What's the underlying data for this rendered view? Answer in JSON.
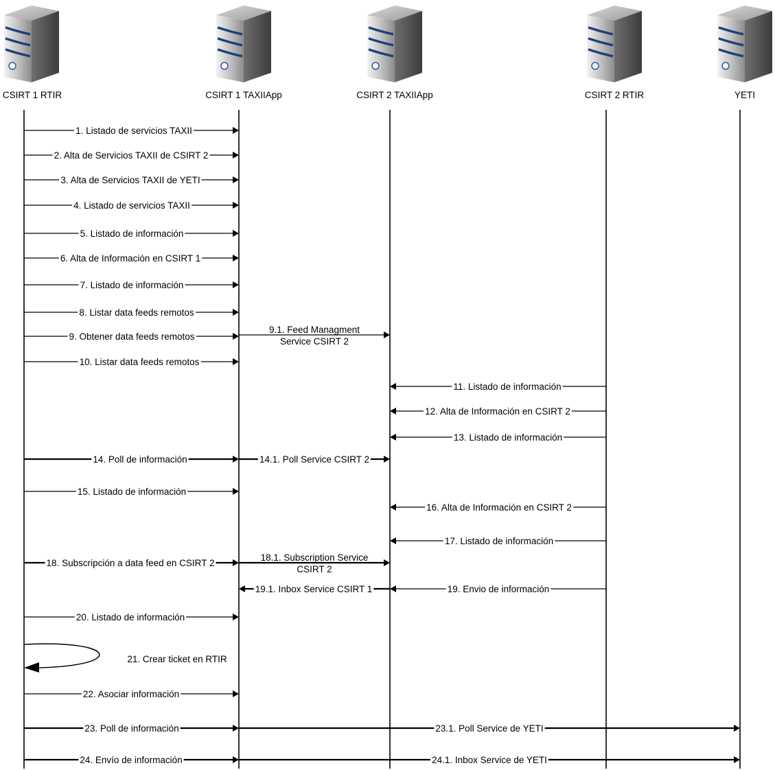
{
  "actors": [
    {
      "id": "a1",
      "label": "CSIRT 1 RTIR"
    },
    {
      "id": "a2",
      "label": "CSIRT 1 TAXIIApp"
    },
    {
      "id": "a3",
      "label": "CSIRT 2 TAXIIApp"
    },
    {
      "id": "a4",
      "label": "CSIRT 2 RTIR"
    },
    {
      "id": "a5",
      "label": "YETI"
    }
  ],
  "messages": [
    {
      "label": "1. Listado de servicios TAXII"
    },
    {
      "label": "2. Alta de Servicios TAXII de CSIRT 2"
    },
    {
      "label": "3. Alta de Servicios TAXII de YETI"
    },
    {
      "label": "4. Listado de servicios TAXII"
    },
    {
      "label": "5. Listado de información"
    },
    {
      "label": "6. Alta de Información en CSIRT 1"
    },
    {
      "label": "7. Listado de información"
    },
    {
      "label": "8. Listar data feeds remotos"
    },
    {
      "label": "9. Obtener data feeds remotos"
    },
    {
      "label": "9.1. Feed Managment",
      "label2": "Service CSIRT 2"
    },
    {
      "label": "10. Listar data feeds remotos"
    },
    {
      "label": "11. Listado de información"
    },
    {
      "label": "12. Alta de Información en CSIRT 2"
    },
    {
      "label": "13. Listado de información"
    },
    {
      "label": "14. Poll de información"
    },
    {
      "label": "14.1. Poll Service CSIRT 2"
    },
    {
      "label": "15. Listado de información"
    },
    {
      "label": "16. Alta de Información en CSIRT 2"
    },
    {
      "label": "17. Listado de información"
    },
    {
      "label": "18. Subscripción a data feed en CSIRT 2"
    },
    {
      "label": "18.1. Subscription Service",
      "label2": "CSIRT 2"
    },
    {
      "label": "19. Envio de información"
    },
    {
      "label": "19.1. Inbox Service CSIRT 1"
    },
    {
      "label": "20. Listado de información"
    },
    {
      "label": "21. Crear ticket en RTIR"
    },
    {
      "label": "22. Asociar información"
    },
    {
      "label": "23. Poll de información"
    },
    {
      "label": "23.1. Poll Service de YETI"
    },
    {
      "label": "24. Envío de información"
    },
    {
      "label": "24.1. Inbox Service de YETI"
    }
  ]
}
